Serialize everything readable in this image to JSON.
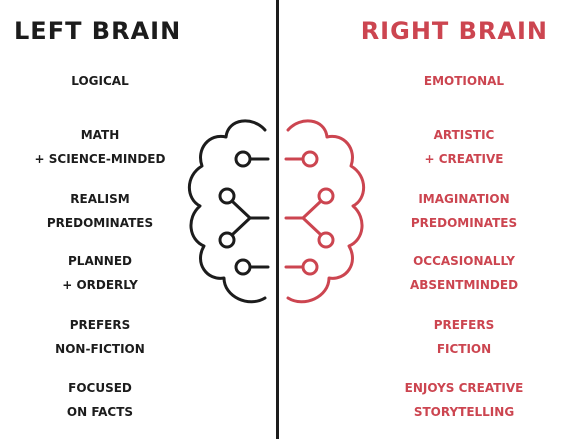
{
  "left": {
    "title": "LEFT BRAIN",
    "color": "#1c1c1c",
    "items": [
      {
        "lines": [
          "LOGICAL"
        ]
      },
      {
        "lines": [
          "MATH",
          "+ SCIENCE-MINDED"
        ]
      },
      {
        "lines": [
          "REALISM",
          "PREDOMINATES"
        ]
      },
      {
        "lines": [
          "PLANNED",
          "+ ORDERLY"
        ]
      },
      {
        "lines": [
          "PREFERS",
          "NON-FICTION"
        ]
      },
      {
        "lines": [
          "FOCUSED",
          "ON FACTS"
        ]
      }
    ]
  },
  "right": {
    "title": "RIGHT BRAIN",
    "color": "#cc4550",
    "items": [
      {
        "lines": [
          "EMOTIONAL"
        ]
      },
      {
        "lines": [
          "ARTISTIC",
          "+ CREATIVE"
        ]
      },
      {
        "lines": [
          "IMAGINATION",
          "PREDOMINATES"
        ]
      },
      {
        "lines": [
          "OCCASIONALLY",
          "ABSENTMINDED"
        ]
      },
      {
        "lines": [
          "PREFERS",
          "FICTION"
        ]
      },
      {
        "lines": [
          "ENJOYS CREATIVE",
          "STORYTELLING"
        ]
      }
    ]
  },
  "brain": {
    "left_icon": "left-brain-circuit-icon",
    "right_icon": "right-brain-circuit-icon"
  }
}
